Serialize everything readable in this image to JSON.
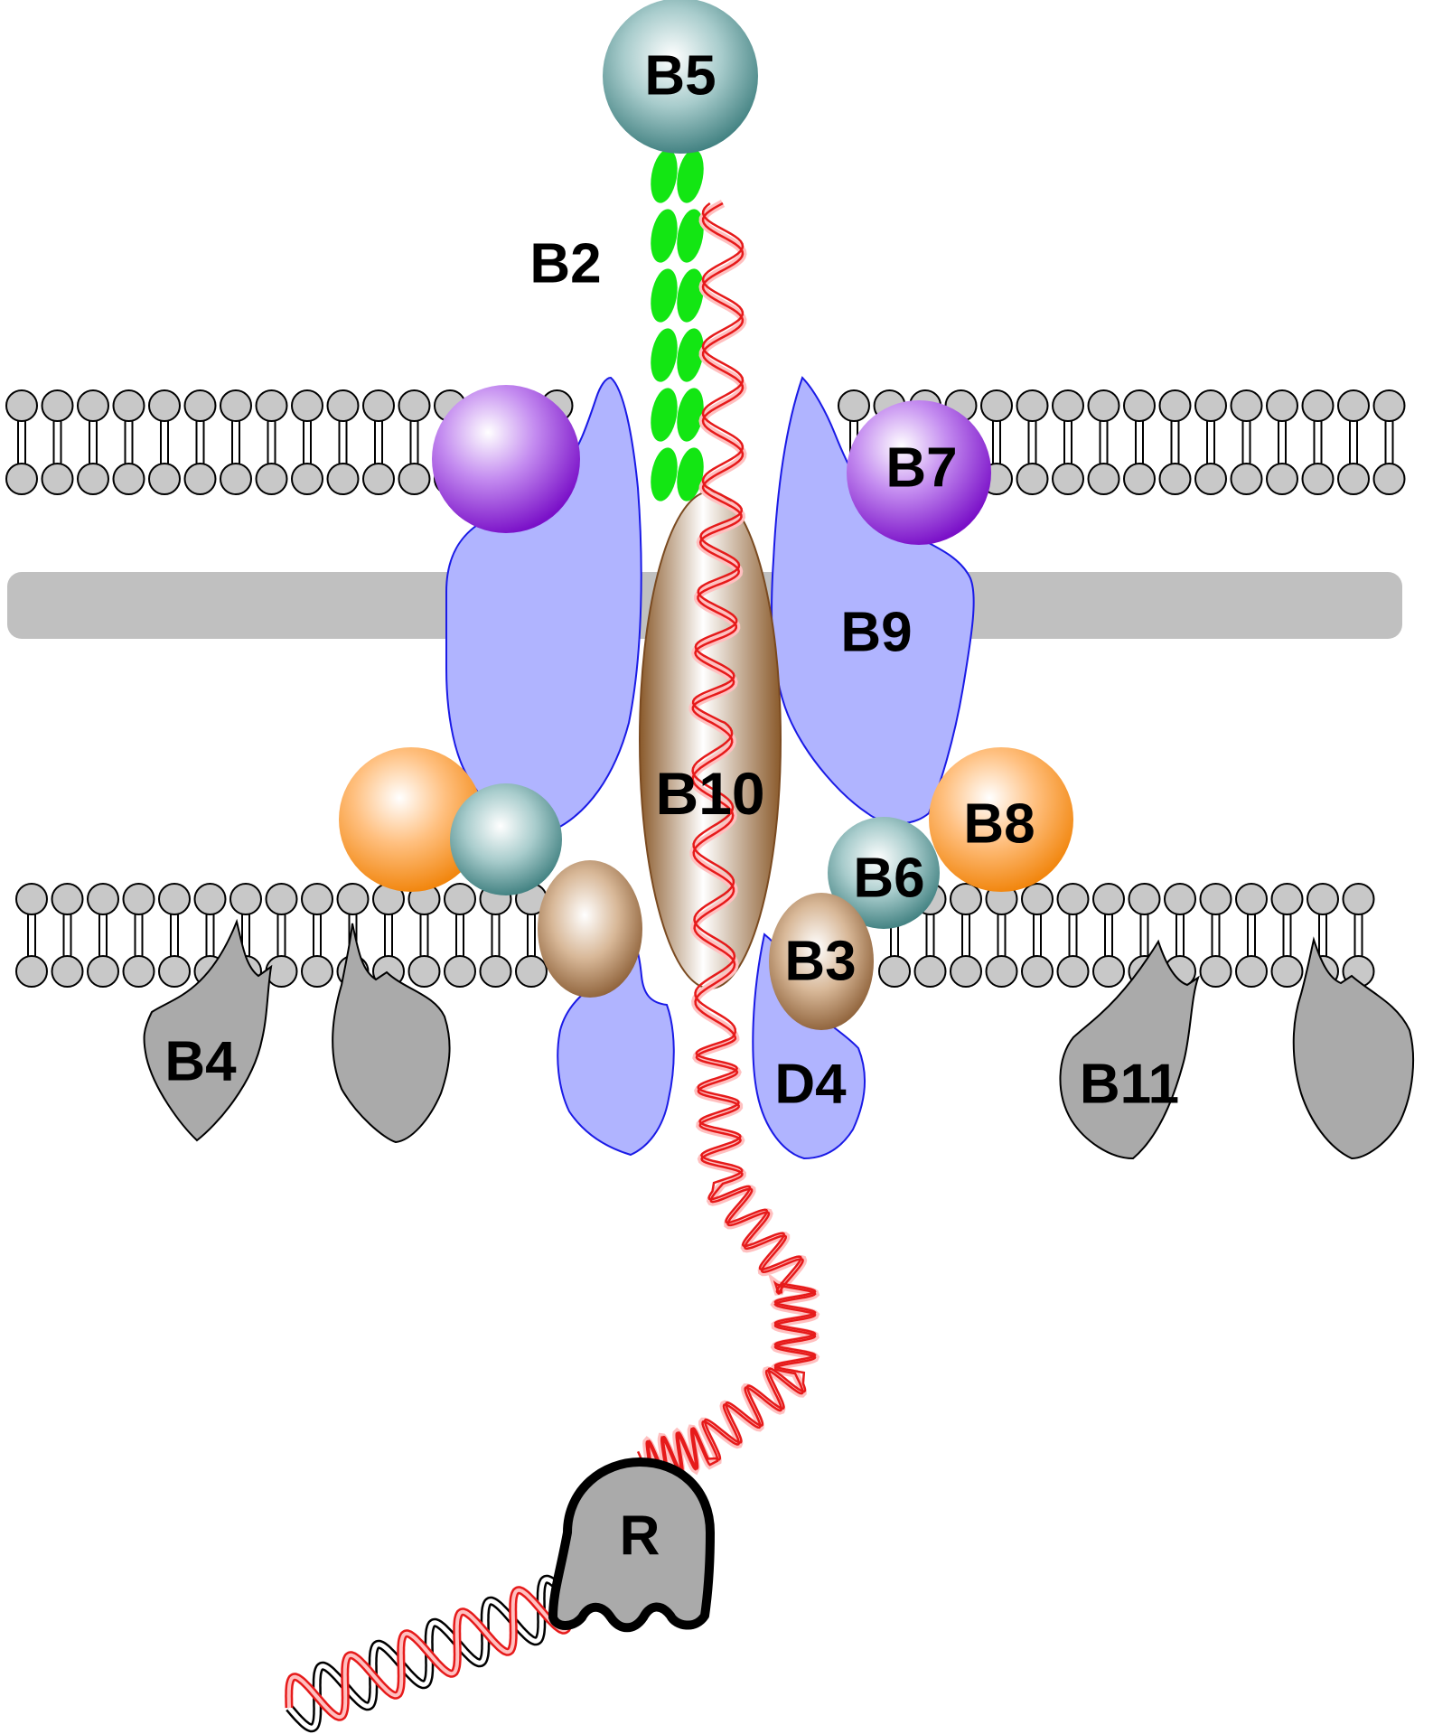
{
  "diagram": {
    "labels": {
      "b2": "B2",
      "b3": "B3",
      "b4": "B4",
      "b5": "B5",
      "b6": "B6",
      "b7": "B7",
      "b8": "B8",
      "b9": "B9",
      "b10": "B10",
      "b11": "B11",
      "d4": "D4",
      "r": "R"
    },
    "colors": {
      "lipid_head_fill": "#c8c8c8",
      "lipid_stroke": "#000000",
      "peptidoglycan": "#c0c0c0",
      "b9_fill": "#b0b4ff",
      "b9_stroke": "#1a1ae6",
      "b10_brown": "#8a5a2b",
      "b7_purple": "#8a1fd6",
      "b8_orange": "#f28a10",
      "b5_b6_teal": "#2e8080",
      "b2_green": "#13e613",
      "dna_red": "#e61a1a",
      "dna_fill": "#ffc0c0",
      "grey_protein": "#aaaaaa",
      "relaxase": "#aaaaaa"
    }
  }
}
